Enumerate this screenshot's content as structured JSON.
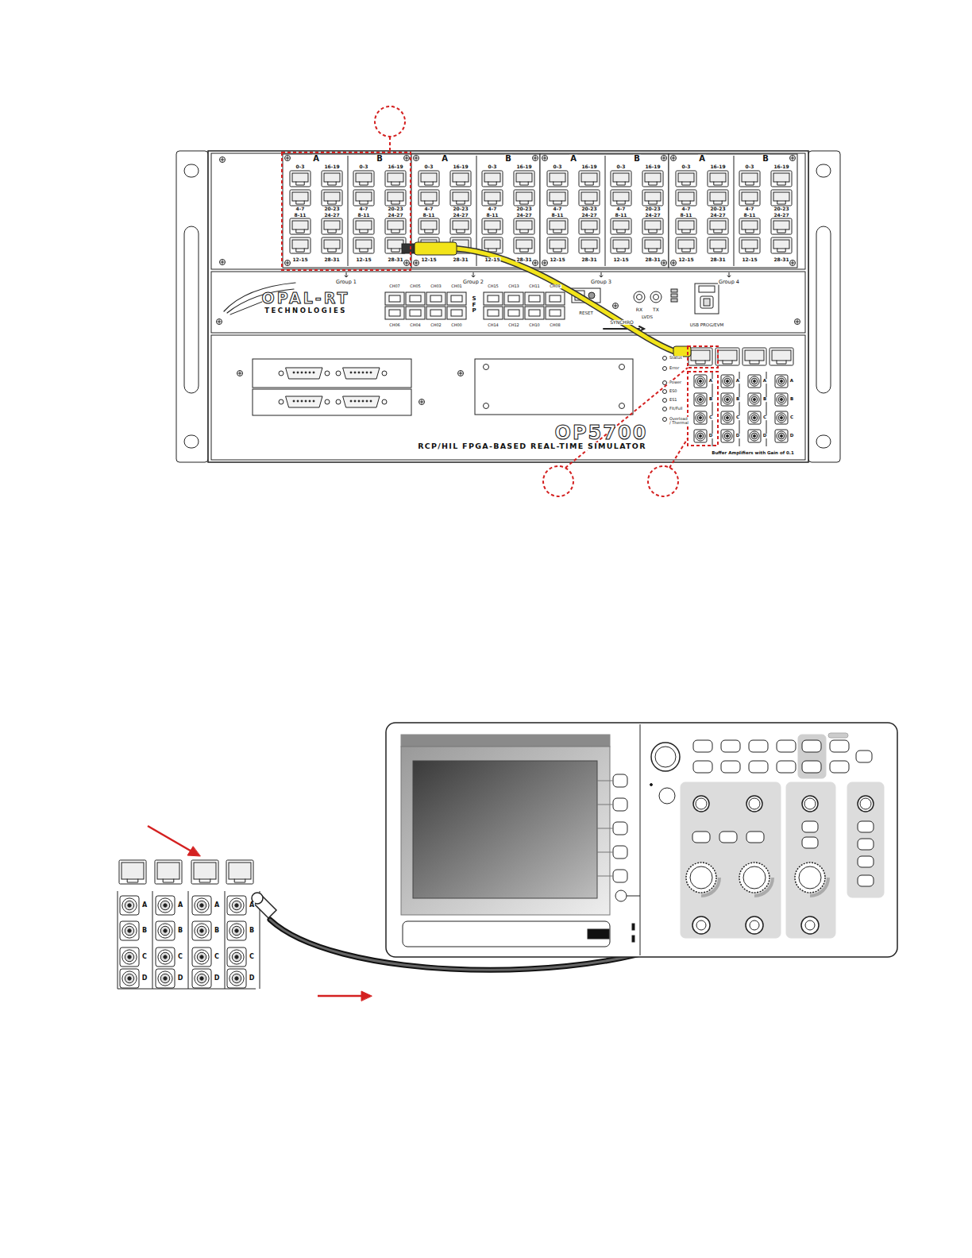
{
  "diagram": {
    "labels": [
      "A",
      "B",
      "0-3",
      "16-19",
      "0-3",
      "16-19",
      "4-7",
      "20-23",
      "4-7",
      "20-23",
      "8-11",
      "24-27",
      "8-11",
      "24-27",
      "12-15",
      "28-31",
      "12-15",
      "28-31",
      "A",
      "B",
      "0-3",
      "16-19",
      "0-3",
      "16-19",
      "4-7",
      "20-23",
      "4-7",
      "20-23",
      "8-11",
      "24-27",
      "8-11",
      "24-27",
      "12-15",
      "28-31",
      "12-15",
      "28-31",
      "A",
      "B",
      "0-3",
      "16-19",
      "0-3",
      "16-19",
      "4-7",
      "20-23",
      "4-7",
      "20-23",
      "8-11",
      "24-27",
      "8-11",
      "24-27",
      "12-15",
      "28-31",
      "12-15",
      "28-31",
      "A",
      "B",
      "0-3",
      "16-19",
      "0-3",
      "16-19",
      "4-7",
      "20-23",
      "4-7",
      "20-23",
      "8-11",
      "24-27",
      "8-11",
      "24-27",
      "12-15",
      "28-31",
      "12-15",
      "28-31",
      "Group 1",
      "Group 2",
      "Group 3",
      "Group 4",
      "OPAL-RT",
      "TECHNOLOGIES",
      "CH07",
      "CH05",
      "CH03",
      "CH01",
      "CH15",
      "CH13",
      "CH11",
      "CH09",
      "CH06",
      "CH04",
      "CH02",
      "CH00",
      "CH14",
      "CH12",
      "CH10",
      "CH08",
      "S F P",
      "RESET",
      "SYNCHRO",
      "RX",
      "TX",
      "LVDS",
      "USB PROG/EVM",
      "Status",
      "Error",
      "Power",
      "ES0",
      "ES1",
      "Flt/Full",
      "Overload / Thermal",
      "OP5700",
      "RCP/HIL FPGA-BASED REAL-TIME SIMULATOR",
      "Buffer Amplifiers with Gain of 0.1",
      "A",
      "B",
      "C",
      "D",
      "A",
      "B",
      "C",
      "D",
      "A",
      "B",
      "C",
      "D",
      "A",
      "B",
      "C",
      "D",
      "A",
      "B",
      "C",
      "D",
      "A",
      "B",
      "C",
      "D",
      "A",
      "B",
      "C",
      "D",
      "A",
      "B",
      "C",
      "D"
    ]
  }
}
